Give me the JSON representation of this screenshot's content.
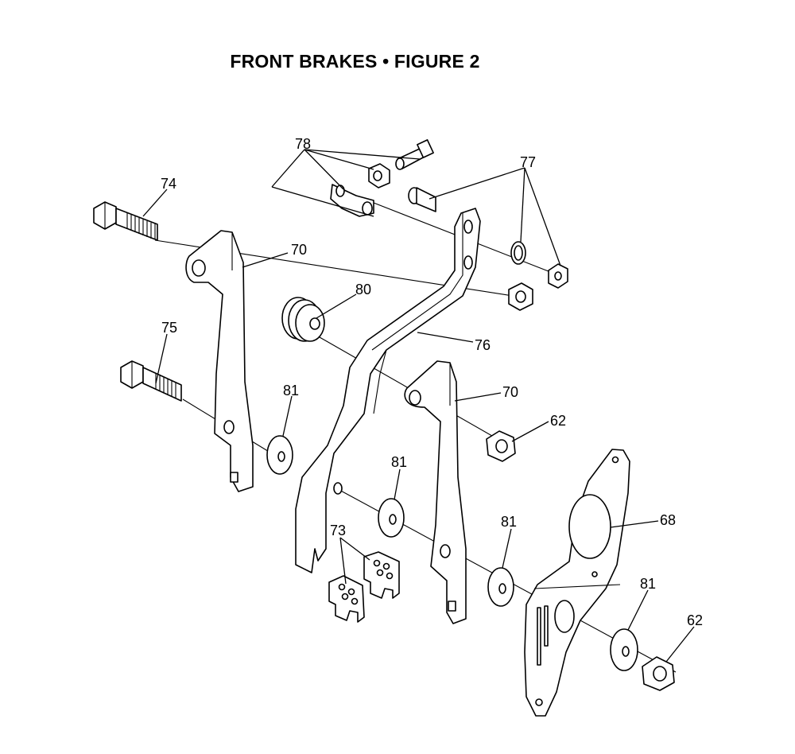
{
  "title": "FRONT BRAKES  •  FIGURE 2",
  "callouts": {
    "c78": "78",
    "c77": "77",
    "c74": "74",
    "c70a": "70",
    "c80": "80",
    "c75": "75",
    "c76": "76",
    "c81a": "81",
    "c70b": "70",
    "c62a": "62",
    "c81b": "81",
    "c73": "73",
    "c81c": "81",
    "c68": "68",
    "c81d": "81",
    "c62b": "62"
  }
}
